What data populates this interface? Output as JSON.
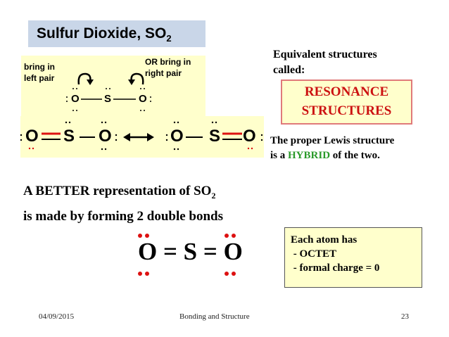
{
  "title": {
    "main": "Sulfur Dioxide, SO",
    "subscript": "2"
  },
  "notes": {
    "left_line1": "bring in",
    "left_line2": "left pair",
    "right_line1": "OR bring in",
    "right_line2": "right pair"
  },
  "atoms": {
    "oxygen": "O",
    "sulfur": "S"
  },
  "equivalent": {
    "line1": "Equivalent structures",
    "line2": "called:"
  },
  "resonance": {
    "line1": "RESONANCE",
    "line2": "STRUCTURES"
  },
  "hybrid": {
    "line1": "The proper Lewis structure",
    "line2_pre": "is a ",
    "line2_highlight": "HYBRID",
    "line2_post": " of the two."
  },
  "better": {
    "line1_pre": "A BETTER representation of SO",
    "line1_sub": "2",
    "line2": "is made by forming 2 double bonds"
  },
  "formula": {
    "text": "O = S = O"
  },
  "octet": {
    "line1": "Each atom has",
    "line2": " - OCTET",
    "line3": " - formal charge = 0"
  },
  "footer": {
    "date": "04/09/2015",
    "center": "Bonding and Structure",
    "page": "23"
  },
  "colors": {
    "title_bg": "#c9d6e8",
    "panel_bg": "#ffffcc",
    "resonance_red": "#cc1111",
    "resonance_border": "#e07a7a",
    "hybrid_green": "#2a9a2a",
    "double_bond_red": "#dd1111",
    "lone_pair_red": "#dd1111"
  }
}
